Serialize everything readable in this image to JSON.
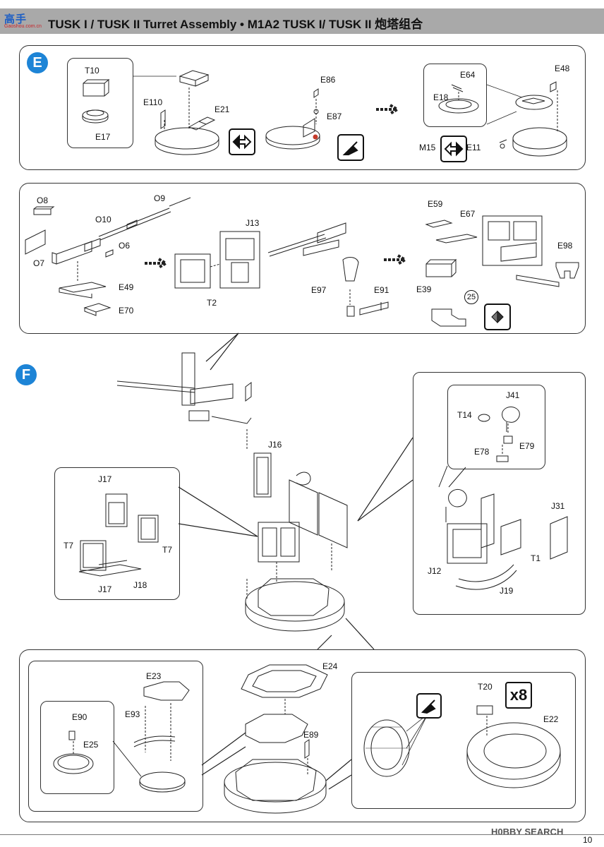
{
  "header": {
    "title": "TUSK I / TUSK II Turret Assembly • M1A2 TUSK I/ TUSK II 炮塔组合",
    "watermark": "高手",
    "watermark_sub": "Gaoshou.com.cn"
  },
  "steps": {
    "e": {
      "badge": "E",
      "labels": [
        "T10",
        "E17",
        "E110",
        "E21",
        "E86",
        "E87",
        "E64",
        "E18",
        "E48",
        "M15",
        "E11"
      ]
    },
    "e2": {
      "labels": [
        "O8",
        "O9",
        "O10",
        "O6",
        "O7",
        "E49",
        "E70",
        "J13",
        "T2",
        "E97",
        "E91",
        "E59",
        "E67",
        "E98",
        "E39"
      ],
      "callout_number": "25"
    },
    "f": {
      "badge": "F",
      "labels": [
        "J16",
        "J17",
        "T7",
        "T7",
        "J17",
        "J18",
        "J41",
        "T14",
        "E79",
        "E78",
        "J31",
        "J12",
        "T1",
        "J19"
      ]
    },
    "f2": {
      "labels": [
        "E23",
        "E24",
        "E90",
        "E93",
        "E25",
        "E89",
        "T20",
        "E22"
      ],
      "multiplier": "x8"
    }
  },
  "footer": {
    "brand": "H0BBY SEARCH",
    "page_number": "10"
  }
}
